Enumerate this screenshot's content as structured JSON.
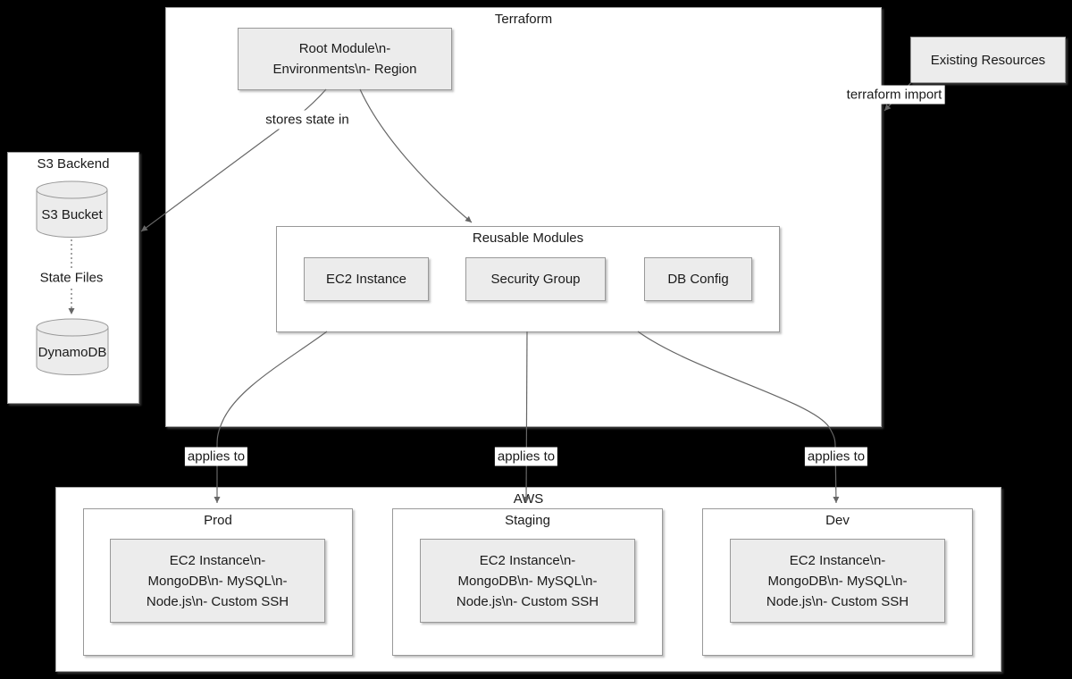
{
  "colors": {
    "background": "#000000",
    "container_fill": "#ffffff",
    "container_border": "#aaaaaa",
    "node_fill": "#ececec",
    "node_border": "#999999",
    "edge": "#666666",
    "text": "#1a1a1a",
    "label_bg": "#ffffff"
  },
  "containers": {
    "terraform": {
      "title": "Terraform"
    },
    "s3_backend": {
      "title": "S3 Backend"
    },
    "reusable_modules": {
      "title": "Reusable Modules"
    },
    "aws": {
      "title": "AWS"
    },
    "prod": {
      "title": "Prod"
    },
    "staging": {
      "title": "Staging"
    },
    "dev": {
      "title": "Dev"
    }
  },
  "nodes": {
    "root_module": {
      "line1": "Root Module\\n-",
      "line2": "Environments\\n- Region"
    },
    "ec2_instance": {
      "label": "EC2 Instance"
    },
    "security_group": {
      "label": "Security Group"
    },
    "db_config": {
      "label": "DB Config"
    },
    "existing_resources": {
      "label": "Existing Resources"
    },
    "s3_bucket": {
      "label": "S3 Bucket"
    },
    "dynamodb": {
      "label": "DynamoDB"
    },
    "prod_stack": {
      "line1": "EC2 Instance\\n-",
      "line2": "MongoDB\\n- MySQL\\n-",
      "line3": "Node.js\\n- Custom SSH"
    },
    "staging_stack": {
      "line1": "EC2 Instance\\n-",
      "line2": "MongoDB\\n- MySQL\\n-",
      "line3": "Node.js\\n- Custom SSH"
    },
    "dev_stack": {
      "line1": "EC2 Instance\\n-",
      "line2": "MongoDB\\n- MySQL\\n-",
      "line3": "Node.js\\n- Custom SSH"
    }
  },
  "edge_labels": {
    "stores_state_in": "stores state in",
    "state_files": "State Files",
    "terraform_import": "terraform import",
    "applies_to_prod": "applies to",
    "applies_to_staging": "applies to",
    "applies_to_dev": "applies to"
  }
}
